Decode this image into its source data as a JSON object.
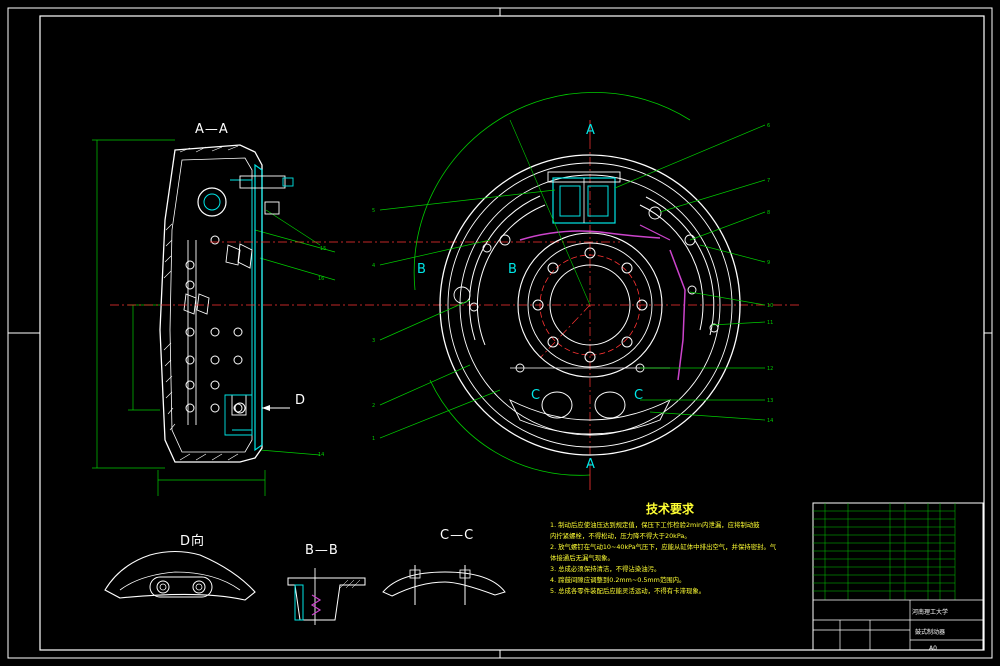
{
  "views": {
    "section_aa": "A—A",
    "section_bb": "B—B",
    "section_cc": "C—C",
    "view_d": "D向"
  },
  "section_marks": {
    "a_top": "A",
    "a_bottom": "A",
    "b_left": "B",
    "b_right": "B",
    "c_left": "C",
    "c_right": "C",
    "d_arrow": "D"
  },
  "technical_requirements": {
    "title": "技术要求",
    "items": [
      "1. 制动后应使油压达到规定值，保压下工作检验2min内泄漏，应将制动鼓",
      "内拧紧螺栓，不得松动，压力降不得大于20kPa。",
      "2. 放气螺钉在气动10~40kPa气压下，应能从缸体中排出空气，并保持密封。气",
      "体接通后无漏气现象。",
      "3. 总成必须保持清洁，不得沾染油污。",
      "4. 蹄鼓间隙应调整到0.2mm~0.5mm范围内。",
      "5. 总成各零件装配后应能灵活运动，不得有卡滞现象。"
    ]
  },
  "title_block": {
    "school": "河南理工大学",
    "drawing_name": "鼓式制动器",
    "scale": "A0"
  },
  "colors": {
    "background": "#000000",
    "outline": "#ffffff",
    "frame": "#ffffff",
    "dimension": "#00cc00",
    "centerline": "#ff3333",
    "part": "#00e6e6",
    "spring": "#cc44cc",
    "leader": "#00cc00",
    "text": "#ffff33"
  }
}
